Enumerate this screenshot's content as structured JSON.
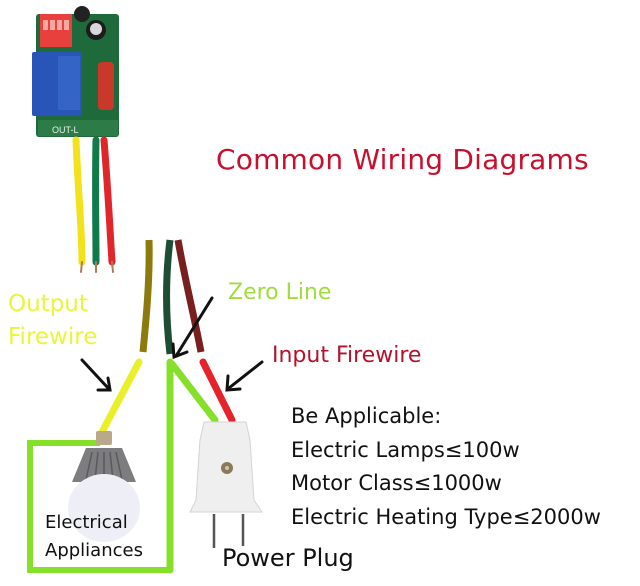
{
  "title": "Common Wiring Diagrams",
  "module": {
    "board_label": "OUT-L",
    "wire_colors": [
      "#f2e21a",
      "#0f7a4a",
      "#e0262a"
    ]
  },
  "labels": {
    "output_firewire": [
      "Output",
      "Firewire"
    ],
    "zero_line": "Zero Line",
    "input_firewire": "Input Firewire",
    "electrical_appliances": [
      "Electrical",
      "Appliances"
    ],
    "power_plug": "Power Plug"
  },
  "applicability": {
    "heading": "Be Applicable:",
    "items": [
      "Electric Lamps≤100w",
      "Motor Class≤1000w",
      "Electric Heating Type≤2000w"
    ]
  },
  "colors": {
    "title": "#c8102e",
    "output_label": "#eaf53a",
    "zero_label": "#9fdd3c",
    "input_label": "#b3122a",
    "output_wire": "#e9f02a",
    "zero_wire": "#8fe52a",
    "input_wire": "#e4232b",
    "upper_output_wire": "#8c7a0c",
    "upper_zero_wire": "#1d4d33",
    "upper_input_wire": "#7a1f1f",
    "box": "#86e02a"
  }
}
